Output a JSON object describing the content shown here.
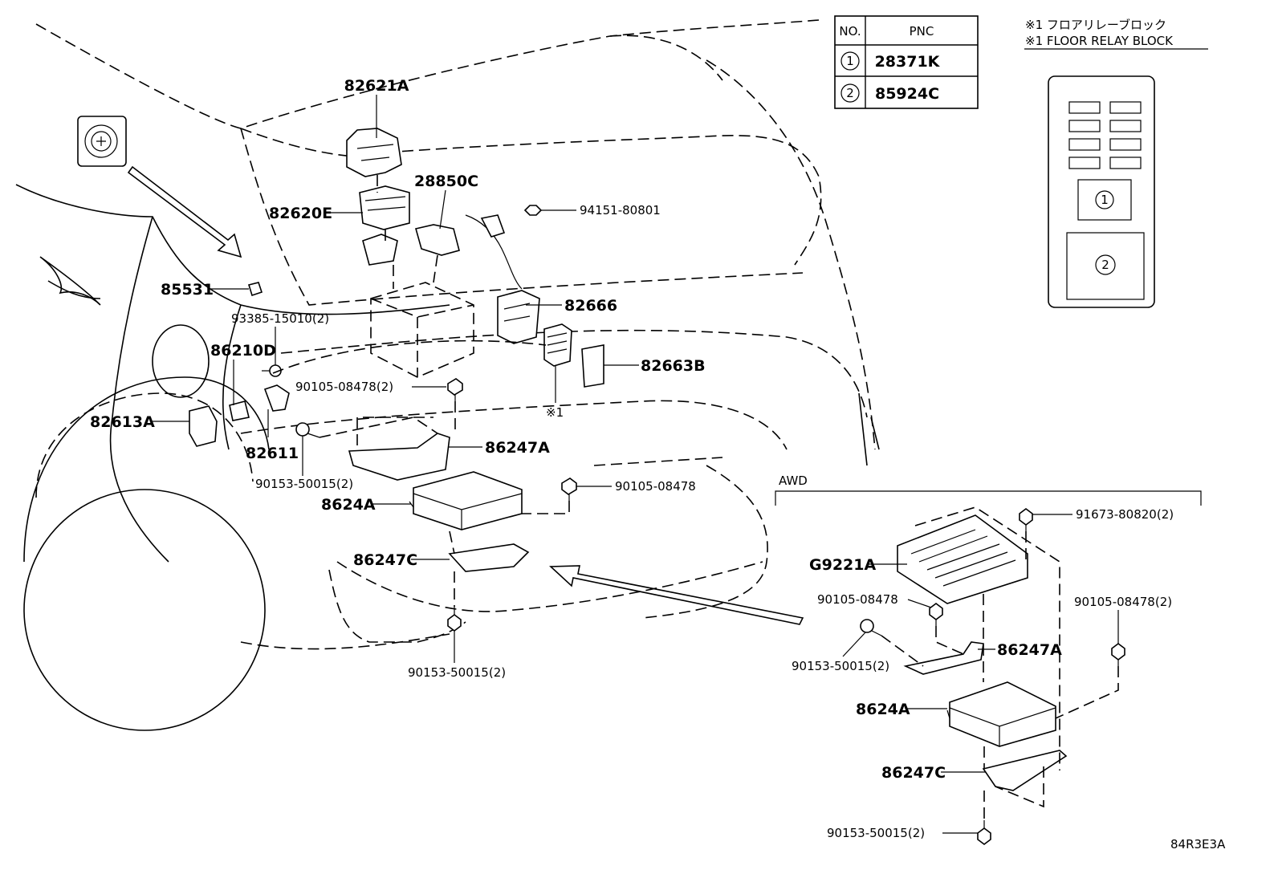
{
  "table": {
    "headers": [
      "NO.",
      "PNC"
    ],
    "rows": [
      {
        "no": "1",
        "pnc": "28371K"
      },
      {
        "no": "2",
        "pnc": "85924C"
      }
    ]
  },
  "notes": {
    "line1": "※1 フロアリレーブロック",
    "line2": "※1 FLOOR RELAY BLOCK"
  },
  "relay_block": {
    "marker1": "1",
    "marker2": "2"
  },
  "labels": {
    "p82621A": "82621A",
    "p28850C": "28850C",
    "p82620E": "82620E",
    "p94151": "94151-80801",
    "p85531": "85531",
    "p93385": "93385-15010(2)",
    "p86210D": "86210D",
    "p82666": "82666",
    "p82663B": "82663B",
    "p90105a": "90105-08478(2)",
    "star1": "※1",
    "p82613A": "82613A",
    "p82611": "82611",
    "p86247A": "86247A",
    "p90153a": "90153-50015(2)",
    "p8624A": "8624A",
    "p90105b": "90105-08478",
    "p86247C": "86247C",
    "p90153b": "90153-50015(2)",
    "awd": "AWD",
    "awd_91673": "91673-80820(2)",
    "awd_G9221A": "G9221A",
    "awd_90105a": "90105-08478",
    "awd_90105b": "90105-08478(2)",
    "awd_86247A": "86247A",
    "awd_90153a": "90153-50015(2)",
    "awd_8624A": "8624A",
    "awd_86247C": "86247C",
    "awd_90153b": "90153-50015(2)",
    "figure_code": "84R3E3A"
  }
}
